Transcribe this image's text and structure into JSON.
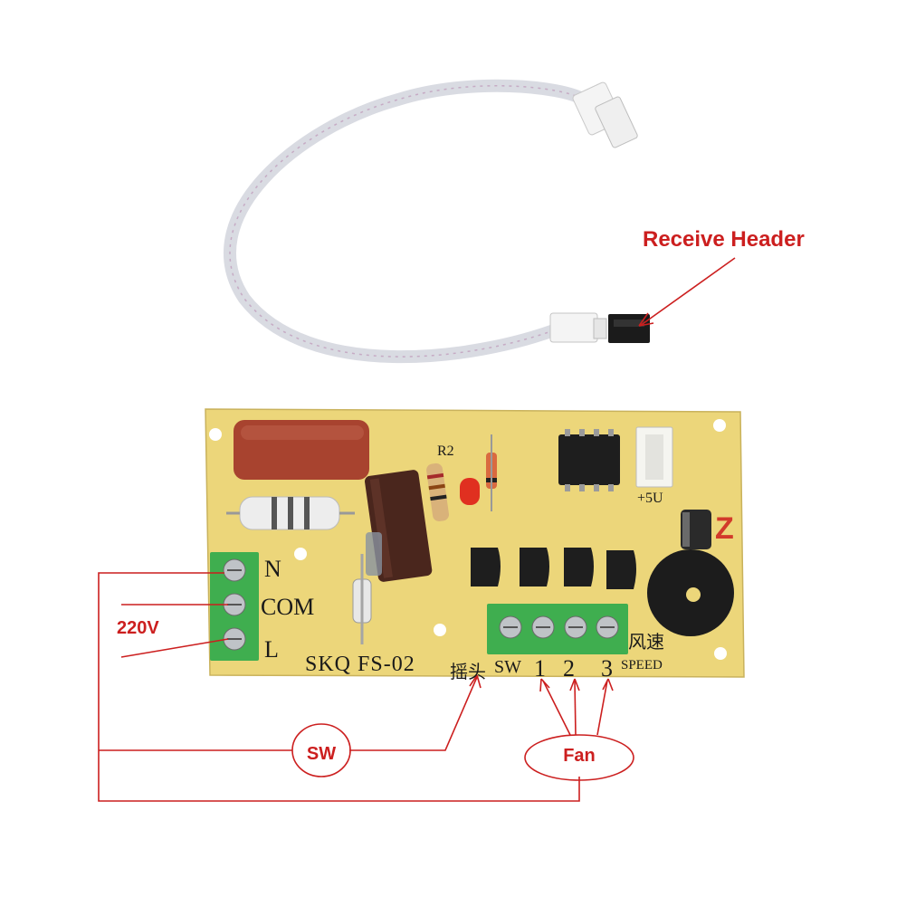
{
  "annotations": {
    "receive_header": "Receive Header",
    "voltage": "220V",
    "sw": "SW",
    "fan": "Fan"
  },
  "board": {
    "terminal_labels": [
      "N",
      "COM",
      "L"
    ],
    "model": "SKQ FS-02",
    "swing_label": "摇头",
    "sw_label": "SW",
    "speed_numbers": [
      "1",
      "2",
      "3"
    ],
    "speed_cn": "风速",
    "speed_en": "SPEED",
    "power_label": "+5U",
    "resistor_ref": "R2",
    "corner_mark": "Z"
  },
  "colors": {
    "annotation": "#cc1f1f",
    "board": "#ecd67a",
    "terminal": "#3fae4f",
    "capacitor": "#a8432f",
    "electrolytic": "#4a261d"
  }
}
